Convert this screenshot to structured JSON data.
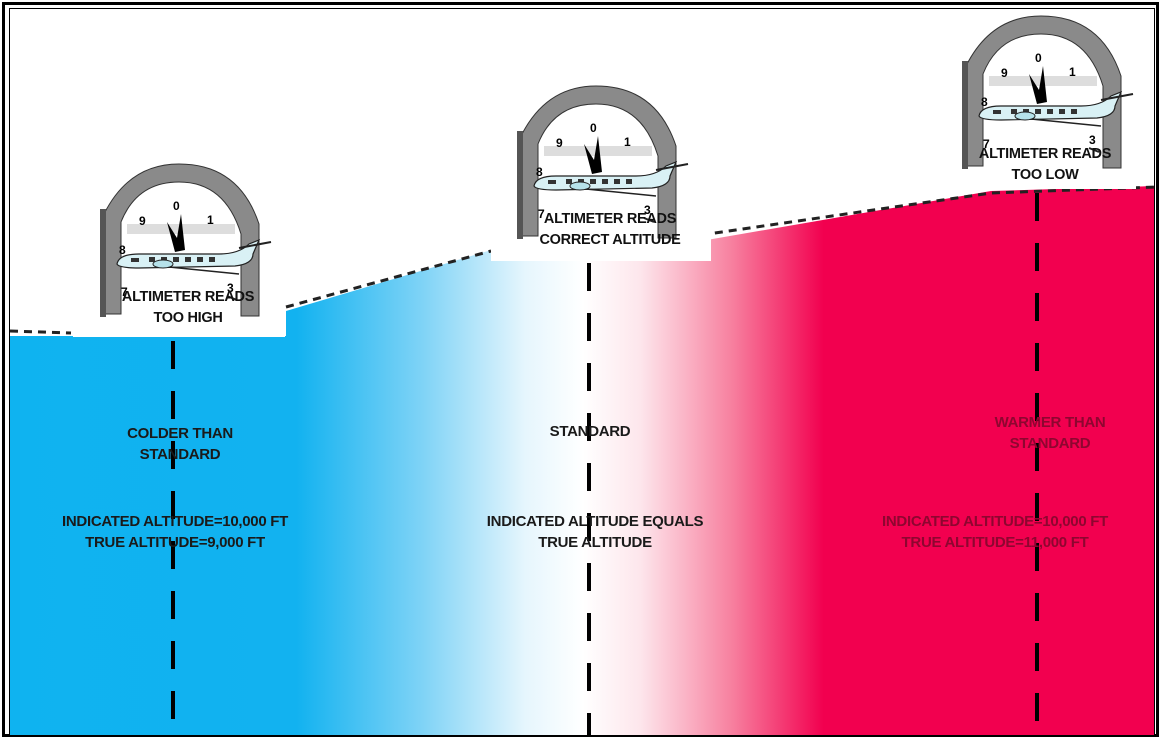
{
  "colors": {
    "cold": "#0fb3f0",
    "standard": "#ffffff",
    "warm": "#f2004f",
    "text": "#1a1a1a",
    "warm_text": "#8e0630"
  },
  "regions": {
    "cold": {
      "title_line1": "COLDER THAN",
      "title_line2": "STANDARD",
      "indicated": "INDICATED ALTITUDE=10,000 FT",
      "true_alt": "TRUE ALTITUDE=9,000 FT"
    },
    "standard": {
      "title_line1": "STANDARD",
      "indicated": "INDICATED ALTITUDE EQUALS",
      "true_alt": "TRUE ALTITUDE"
    },
    "warm": {
      "title_line1": "WARMER THAN",
      "title_line2": "STANDARD",
      "indicated": "INDICATED ALTITUDE=10,000 FT",
      "true_alt": "TRUE ALTITUDE=11,000 FT"
    }
  },
  "altimeters": {
    "too_high": {
      "caption_line1": "ALTIMETER READS",
      "caption_line2": "TOO HIGH"
    },
    "correct": {
      "caption_line1": "ALTIMETER READS",
      "caption_line2": "CORRECT ALTITUDE"
    },
    "too_low": {
      "caption_line1": "ALTIMETER READS",
      "caption_line2": "TOO LOW"
    }
  },
  "dial_numbers": [
    "9",
    "0",
    "1",
    "8",
    "7",
    "3"
  ]
}
